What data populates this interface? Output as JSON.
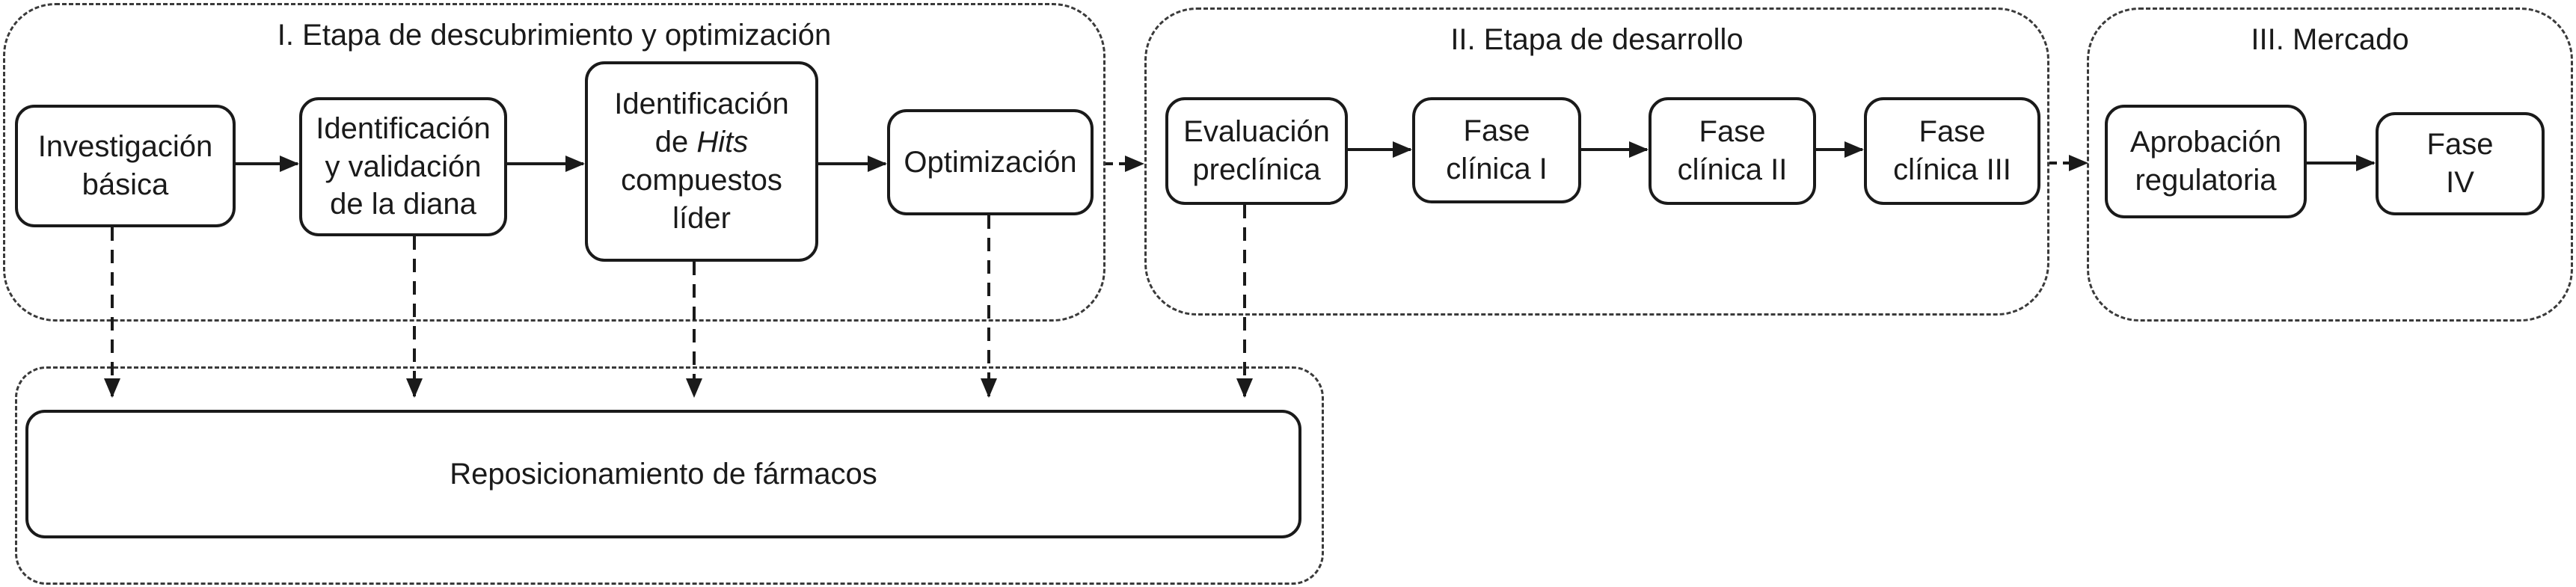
{
  "stages": {
    "discovery": {
      "title": "I. Etapa de descubrimiento y optimización"
    },
    "development": {
      "title": "II. Etapa de desarrollo"
    },
    "market": {
      "title": "III. Mercado"
    }
  },
  "nodes": {
    "basic_research": {
      "line1": "Investigación",
      "line2": "básica"
    },
    "target_id": {
      "line1": "Identificación",
      "line2": "y validación",
      "line3": "de la diana"
    },
    "hits_id": {
      "line1": "Identificación",
      "line2_prefix": "de ",
      "line2_italic": "Hits",
      "line3": "compuestos",
      "line4": "líder"
    },
    "optimization": {
      "line1": "Optimización"
    },
    "preclinical": {
      "line1": "Evaluación",
      "line2": "preclínica"
    },
    "phase1": {
      "line1": "Fase",
      "line2": "clínica I"
    },
    "phase2": {
      "line1": "Fase",
      "line2": "clínica II"
    },
    "phase3": {
      "line1": "Fase",
      "line2": "clínica III"
    },
    "regulatory": {
      "line1": "Aprobación",
      "line2": "regulatoria"
    },
    "phase4": {
      "line1": "Fase",
      "line2": "IV"
    }
  },
  "repositioning": {
    "label": "Reposicionamiento de fármacos"
  }
}
